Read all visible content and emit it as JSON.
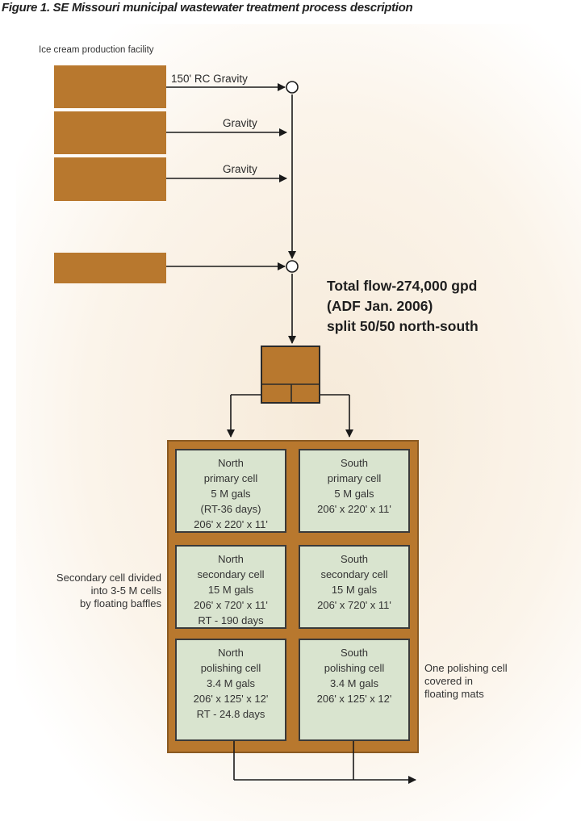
{
  "figure_title": "Figure 1. SE Missouri municipal wastewater treatment process description",
  "facility_label": "Ice cream production facility",
  "flow_labels": {
    "pipe_1": "150' RC Gravity",
    "pipe_2": "Gravity",
    "pipe_3": "Gravity"
  },
  "total_flow": {
    "line1": "Total flow-274,000 gpd",
    "line2": "(ADF Jan. 2006)",
    "line3": "split 50/50 north-south"
  },
  "cells": {
    "north_primary": [
      "North",
      "primary cell",
      "5 M gals",
      "(RT-36 days)",
      "206' x 220' x 11'"
    ],
    "south_primary": [
      "South",
      "primary cell",
      "5 M gals",
      "206' x 220' x 11'"
    ],
    "north_secondary": [
      "North",
      "secondary cell",
      "15 M gals",
      "206' x 720' x 11'",
      "RT - 190 days"
    ],
    "south_secondary": [
      "South",
      "secondary cell",
      "15 M gals",
      "206' x 720' x 11'"
    ],
    "north_polishing": [
      "North",
      "polishing cell",
      "3.4 M gals",
      "206' x 125' x 12'",
      "RT - 24.8 days"
    ],
    "south_polishing": [
      "South",
      "polishing cell",
      "3.4 M gals",
      "206' x 125' x 12'"
    ]
  },
  "notes": {
    "secondary": [
      "Secondary cell divided",
      "into 3-5 M cells",
      "by floating baffles"
    ],
    "polishing": [
      "One polishing cell",
      "covered in",
      "floating mats"
    ]
  },
  "colors": {
    "block": "#b8782e",
    "cell_fill": "#d9e4cf",
    "line": "#1a1a1a"
  }
}
